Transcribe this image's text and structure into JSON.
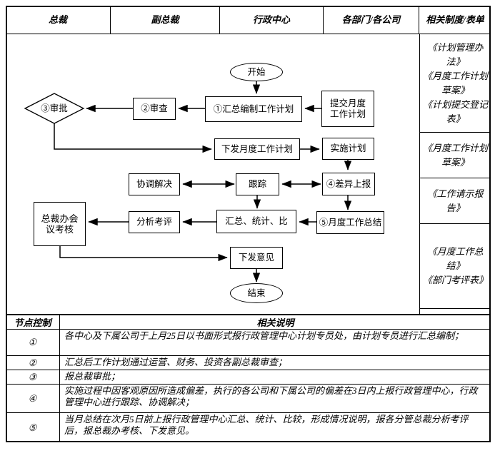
{
  "colors": {
    "border": "#000000",
    "background": "#ffffff"
  },
  "header": {
    "columns": [
      "总裁",
      "副总裁",
      "行政中心",
      "各部门/各公司",
      "相关制度/表单"
    ]
  },
  "flowchart": {
    "nodes": {
      "start": "开始",
      "compile": "①汇总编制工作计划",
      "submit": "提交月度工作计划",
      "review": "②审查",
      "approve": "③审批",
      "issue_plan": "下发月度工作计划",
      "implement": "实施计划",
      "coordinate": "协调解决",
      "track": "跟踪",
      "diff_report": "④差异上报",
      "summarize": "汇总、统计、比",
      "monthly_summary": "⑤月度工作总结",
      "analyze": "分析考评",
      "office_review": "总裁办会议考核",
      "issue_opinion": "下发意见",
      "end": "结束"
    }
  },
  "documents": {
    "sections": [
      {
        "items": [
          "《计划管理办法》",
          "《月度工作计划草案》",
          "《计划提交登记表》"
        ]
      },
      {
        "items": [
          "《月度工作计划草案》"
        ]
      },
      {
        "items": [
          "《工作请示报告》"
        ]
      },
      {
        "items": [
          "《月度工作总结》",
          "《部门考评表》"
        ]
      }
    ]
  },
  "notes": {
    "headers": [
      "节点控制",
      "相关说明"
    ],
    "rows": [
      {
        "id": "①",
        "text": "各中心及下属公司于上月25日以书面形式报行政管理中心计划专员处，由计划专员进行汇总编制；"
      },
      {
        "id": "②",
        "text": "汇总后工作计划通过运营、财务、投资各副总裁审查；"
      },
      {
        "id": "③",
        "text": "报总裁审批；"
      },
      {
        "id": "④",
        "text": "实施过程中因客观原因所造成偏差，执行的各公司和下属公司的偏差在3日内上报行政管理中心，行政管理中心进行跟踪、协调解决；"
      },
      {
        "id": "⑤",
        "text": "当月总结在次月5日前上报行政管理中心汇总、统计、比较，形成情况说明，报各分管总裁分析考评后，报总裁办考核、下发意见。"
      }
    ]
  }
}
